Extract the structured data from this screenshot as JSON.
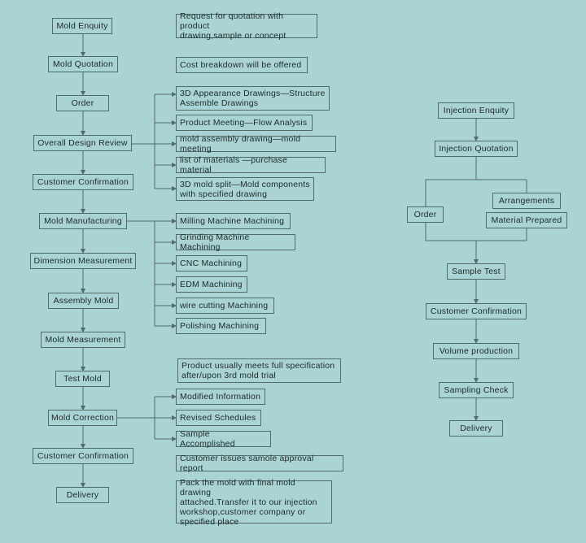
{
  "main_flow": [
    "Mold Enquity",
    "Mold Quotation",
    "Order",
    "Overall Design Review",
    "Customer Confirmation",
    "Mold Manufacturing",
    "Dimension Measurement",
    "Assembly  Mold",
    "Mold Measurement",
    "Test Mold",
    "Mold Correction",
    "Customer Confirmation",
    "Delivery"
  ],
  "notes": {
    "enquiry": "Request for quotation with product\ndrawing,sample or concept",
    "quotation": "Cost breakdown will be offered",
    "trial": "Product usually meets full specification\nafter/upon 3rd mold trial",
    "approval": "Customer issues samole approval report",
    "delivery": "Pack the mold with final mold drawing\nattached.Transfer it to our injection\nworkshop,customer company or\nspecified place"
  },
  "design_review_items": [
    "3D Appearance Drawings—Structure\nAssemble Drawings",
    "Product Meeting—Flow Analysis",
    "mold assembly drawing—mold meeting",
    "list of materials —purchase material",
    "3D mold split—Mold components\nwith specified drawing"
  ],
  "manufacturing_items": [
    "Milling Machine Machining",
    "Grinding Machine Machining",
    "CNC Machining",
    "EDM Machining",
    "wire cutting Machining",
    "Polishing Machining"
  ],
  "correction_items": [
    "Modified Information",
    "Revised Schedules",
    "Sample Accomplished"
  ],
  "injection_flow": {
    "enquiry": "Injection Enquity",
    "quotation": "Injection Quotation",
    "order": "Order",
    "arrangements": "Arrangements",
    "material": "Material Prepared",
    "sample_test": "Sample Test",
    "confirmation": "Customer Confirmation",
    "volume": "Volume production",
    "sampling": "Sampling Check",
    "delivery": "Delivery"
  },
  "colors": {
    "background": "#a9d4d3",
    "line": "#4f6b6b",
    "text": "#1e2a2a"
  }
}
